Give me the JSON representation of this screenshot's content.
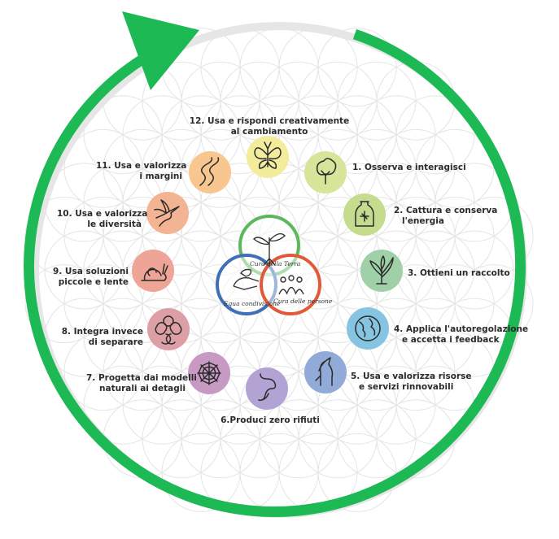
{
  "colors": {
    "arrow": "#1db954",
    "earth_ring": "#5cb85c",
    "people_ring": "#e05a3a",
    "share_ring": "#3f6fb5",
    "background_pattern": "#e4e4e4"
  },
  "ethics": {
    "earth": "Cura della Terra",
    "people": "Cura delle persone",
    "share": "Equa condivisione"
  },
  "principles": [
    {
      "id": 1,
      "lines": [
        "1. Osserva e interagisci"
      ],
      "color": "#d7e59a",
      "icon": "tree-icon"
    },
    {
      "id": 2,
      "lines": [
        "2. Cattura e conserva",
        "l'energia"
      ],
      "color": "#c5dc8e",
      "icon": "jar-icon"
    },
    {
      "id": 3,
      "lines": [
        "3. Ottieni un raccolto"
      ],
      "color": "#9fd0a7",
      "icon": "plant-icon"
    },
    {
      "id": 4,
      "lines": [
        "4. Applica l'autoregolazione",
        "e accetta i feedback"
      ],
      "color": "#86c5e2",
      "icon": "globe-icon"
    },
    {
      "id": 5,
      "lines": [
        "5. Usa e valorizza risorse",
        "e servizi rinnovabili"
      ],
      "color": "#92aad8",
      "icon": "horse-icon"
    },
    {
      "id": 6,
      "lines": [
        "6.Produci zero rifiuti"
      ],
      "color": "#b3a3d4",
      "icon": "worm-icon"
    },
    {
      "id": 7,
      "lines": [
        "7. Progetta dai modelli",
        "naturali ai detagli"
      ],
      "color": "#c69ac2",
      "icon": "spiderweb-icon"
    },
    {
      "id": 8,
      "lines": [
        "8. Integra invece",
        "di separare"
      ],
      "color": "#dd9fa6",
      "icon": "flower-knot-icon"
    },
    {
      "id": 9,
      "lines": [
        "9. Usa soluzioni",
        "piccole e lente"
      ],
      "color": "#eea497",
      "icon": "snail-icon"
    },
    {
      "id": 10,
      "lines": [
        "10. Usa e valorizza",
        "le diversità"
      ],
      "color": "#f3b493",
      "icon": "hummingbird-icon"
    },
    {
      "id": 11,
      "lines": [
        "11. Usa e valorizza",
        "i margini"
      ],
      "color": "#f7c78f",
      "icon": "path-icon"
    },
    {
      "id": 12,
      "lines": [
        "12. Usa e rispondi creativamente",
        "al cambiamento"
      ],
      "color": "#f2ec9c",
      "icon": "butterfly-icon"
    }
  ]
}
